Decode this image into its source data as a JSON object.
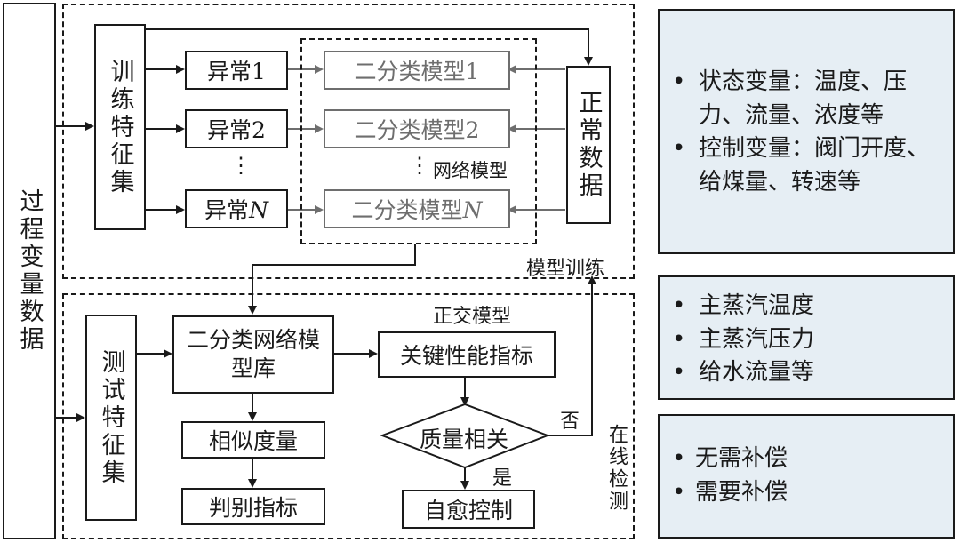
{
  "process_data": "过程变量数据",
  "training": {
    "features": "训练特征集",
    "anomaly1": "异常1",
    "anomaly2": "异常2",
    "ellipsis": "⋮",
    "anomalyN_prefix": "异常",
    "anomalyN_var": "N",
    "model1": "二分类模型1",
    "model2": "二分类模型2",
    "modelN_prefix": "二分类模型",
    "modelN_var": "N",
    "normal_data": "正常数据",
    "network_label": "网络模型",
    "section_label": "模型训练"
  },
  "online": {
    "features": "测试特征集",
    "model_lib": "二分类网络模型库",
    "orth_label": "正交模型",
    "kpi": "关键性能指标",
    "quality": "质量相关",
    "no": "否",
    "yes": "是",
    "similarity": "相似度量",
    "discriminant": "判别指标",
    "self_heal": "自愈控制",
    "section_label": "在线检测"
  },
  "panels": {
    "variables": [
      "状态变量：温度、压力、流量、浓度等",
      "控制变量：阀门开度、给煤量、转速等"
    ],
    "kpis": [
      "主蒸汽温度",
      "主蒸汽压力",
      "给水流量等"
    ],
    "outcomes": [
      "无需补偿",
      "需要补偿"
    ],
    "bullet": "•"
  },
  "colors": {
    "line": "#1a1a1a",
    "gray": "#6e6e6e",
    "panel_bg": "#e6eef4"
  }
}
